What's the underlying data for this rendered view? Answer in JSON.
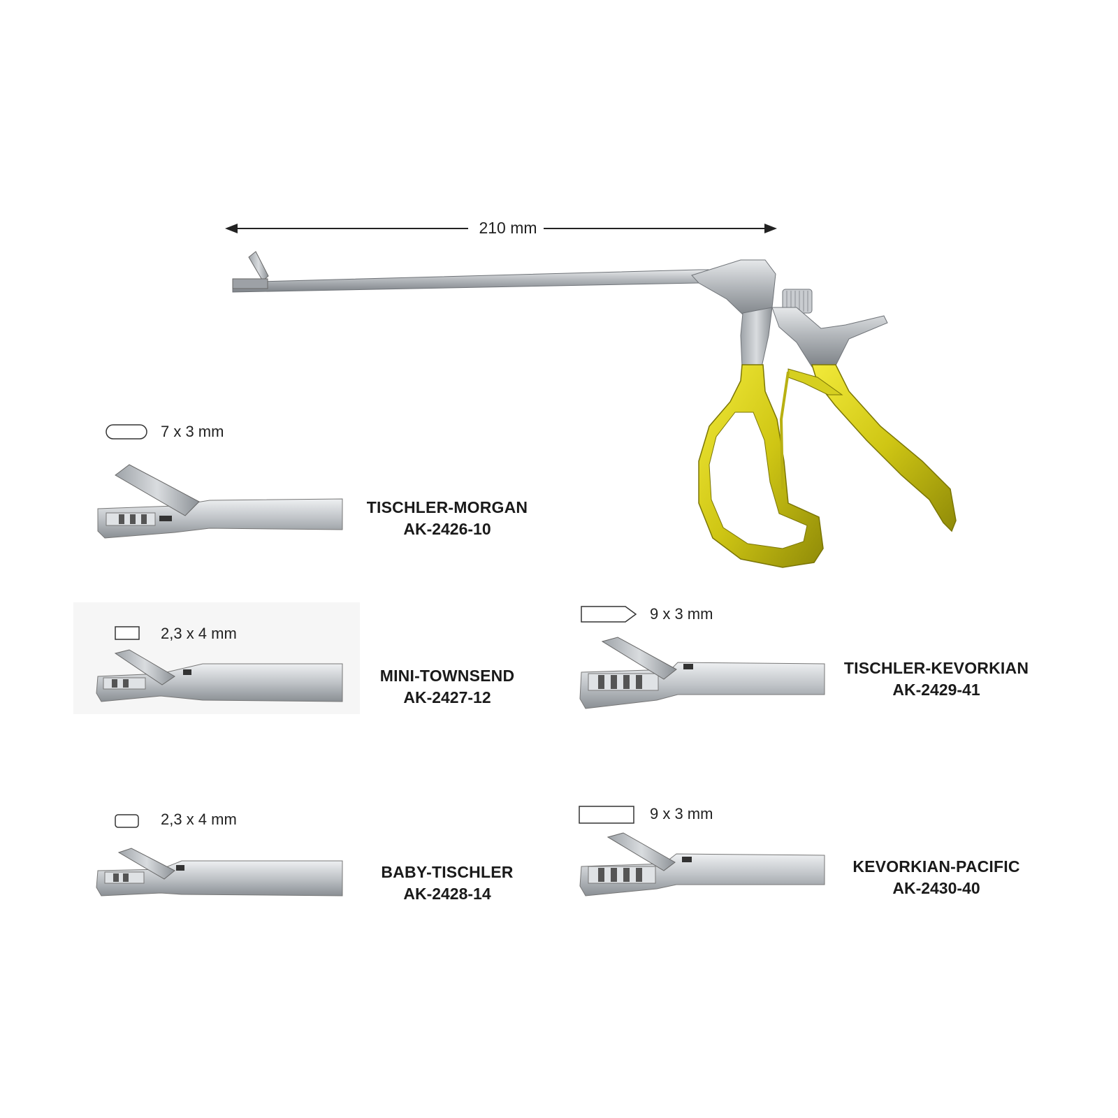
{
  "main_instrument": {
    "length_label": "210 mm",
    "handle_color": "#d8d21a",
    "steel_color": "#b9bcbf"
  },
  "variants": [
    {
      "name": "TISCHLER-MORGAN",
      "code": "AK-2426-10",
      "bite_size": "7 x 3 mm",
      "shape_icon": "rounded-oblong-icon"
    },
    {
      "name": "MINI-TOWNSEND",
      "code": "AK-2427-12",
      "bite_size": "2,3 x 4 mm",
      "shape_icon": "rectangle-icon"
    },
    {
      "name": "BABY-TISCHLER",
      "code": "AK-2428-14",
      "bite_size": "2,3 x 4 mm",
      "shape_icon": "rounded-rectangle-icon"
    },
    {
      "name": "TISCHLER-KEVORKIAN",
      "code": "AK-2429-41",
      "bite_size": "9 x 3 mm",
      "shape_icon": "pointed-rectangle-icon"
    },
    {
      "name": "KEVORKIAN-PACIFIC",
      "code": "AK-2430-40",
      "bite_size": "9 x 3 mm",
      "shape_icon": "long-rectangle-icon"
    }
  ]
}
